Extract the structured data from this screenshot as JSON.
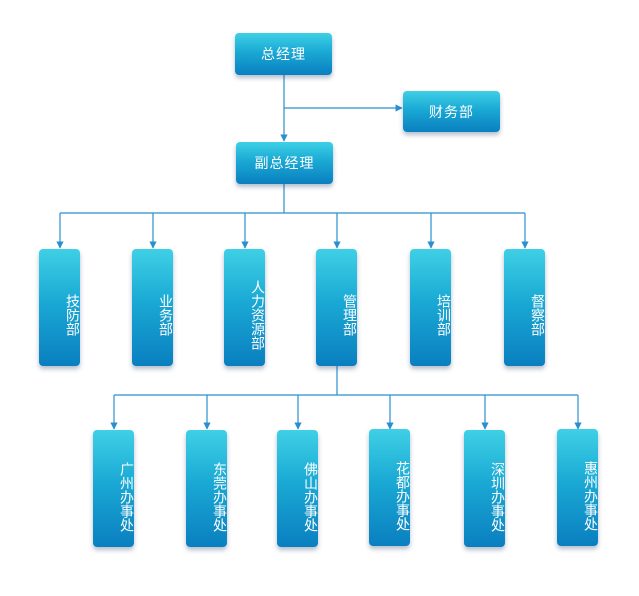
{
  "org_chart": {
    "general_manager": "总经理",
    "finance_department": "财务部",
    "deputy_general_manager": "副总经理",
    "departments": [
      "技防部",
      "业务部",
      "人力资源部",
      "管理部",
      "培训部",
      "督察部"
    ],
    "offices": [
      "广州办事处",
      "东莞办事处",
      "佛山办事处",
      "花都办事处",
      "深圳办事处",
      "惠州办事处"
    ]
  },
  "colors": {
    "node_top": "#3fd0e6",
    "node_bottom": "#0a7fc0",
    "connector": "#2a8fd0"
  }
}
